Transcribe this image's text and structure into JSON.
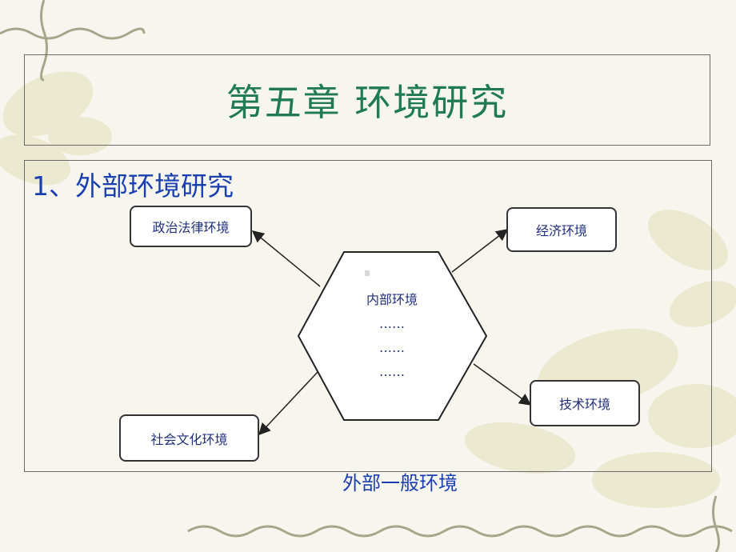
{
  "slide": {
    "title": "第五章 环境研究",
    "heading": "1、外部环境研究",
    "caption": "外部一般环境"
  },
  "diagram": {
    "center": {
      "label": "内部环境",
      "lines": [
        "……",
        "……",
        "……"
      ]
    },
    "nodes": {
      "political_legal": "政治法律环境",
      "economic": "经济环境",
      "technology": "技术环境",
      "social_cultural": "社会文化环境"
    }
  },
  "colors": {
    "title": "#1f7a55",
    "heading": "#1a3fb0",
    "node_text": "#1f2f7a",
    "vine": "#a4a88a"
  }
}
